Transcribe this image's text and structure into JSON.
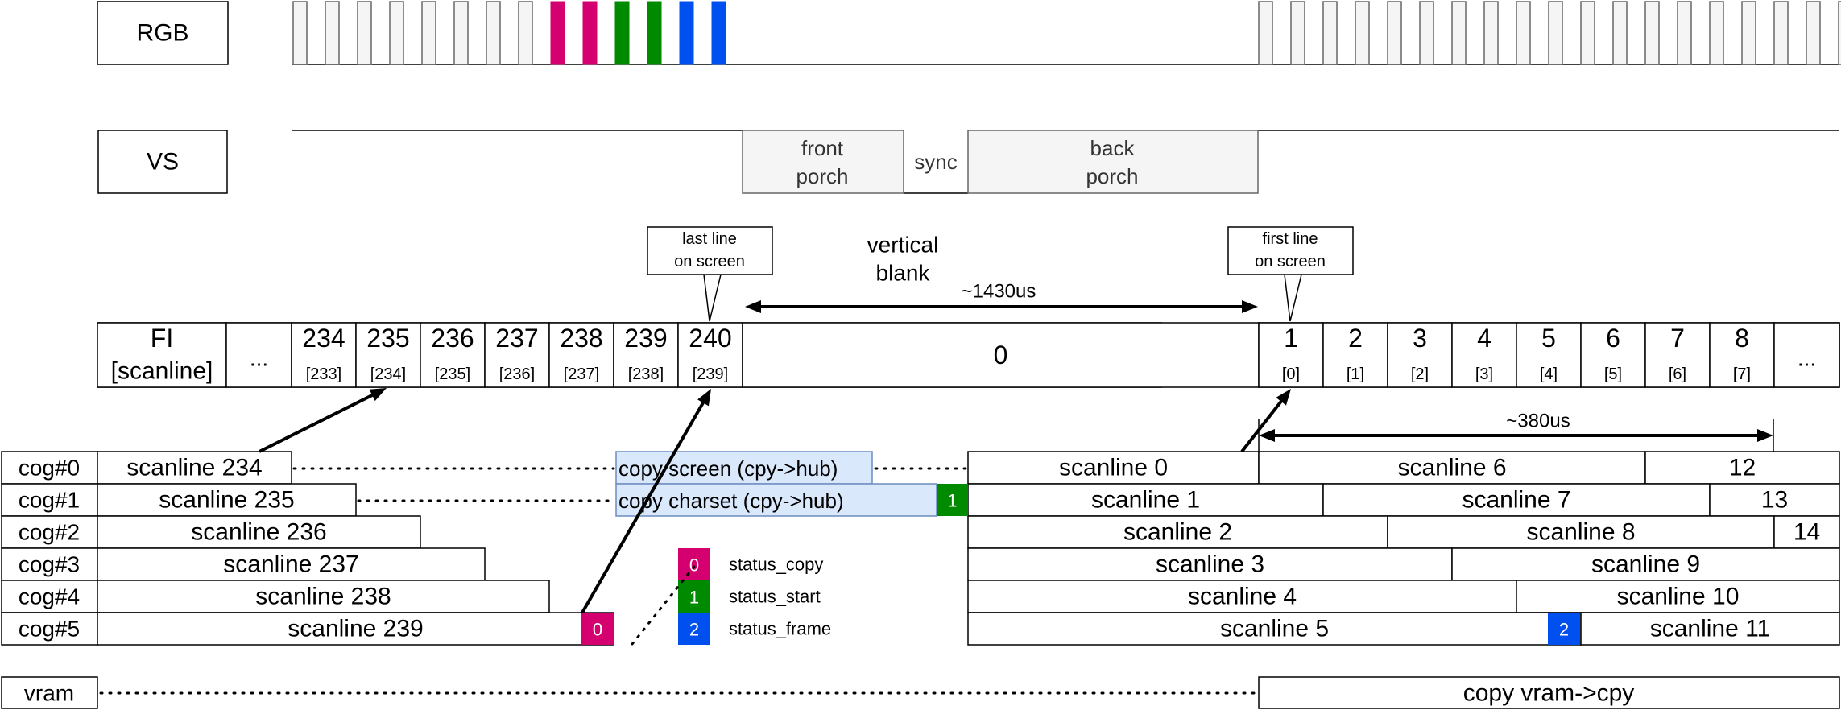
{
  "signals": {
    "rgb": "RGB",
    "vs": "VS"
  },
  "vs_phases": {
    "front": [
      "front",
      "porch"
    ],
    "sync": "sync",
    "back": [
      "back",
      "porch"
    ]
  },
  "callouts": {
    "last": [
      "last line",
      "on screen"
    ],
    "first": [
      "first line",
      "on screen"
    ],
    "vblank": [
      "vertical",
      "blank"
    ],
    "t1430": "~1430us",
    "t380": "~380us"
  },
  "fl_header": [
    "FI",
    "[scanline]"
  ],
  "fl_cells": [
    {
      "top": "...",
      "sub": ""
    },
    {
      "top": "234",
      "sub": "[233]"
    },
    {
      "top": "235",
      "sub": "[234]"
    },
    {
      "top": "236",
      "sub": "[235]"
    },
    {
      "top": "237",
      "sub": "[236]"
    },
    {
      "top": "238",
      "sub": "[237]"
    },
    {
      "top": "239",
      "sub": "[238]"
    },
    {
      "top": "240",
      "sub": "[239]"
    },
    {
      "top": "0",
      "sub": ""
    },
    {
      "top": "1",
      "sub": "[0]"
    },
    {
      "top": "2",
      "sub": "[1]"
    },
    {
      "top": "3",
      "sub": "[2]"
    },
    {
      "top": "4",
      "sub": "[3]"
    },
    {
      "top": "5",
      "sub": "[4]"
    },
    {
      "top": "6",
      "sub": "[5]"
    },
    {
      "top": "7",
      "sub": "[6]"
    },
    {
      "top": "8",
      "sub": "[7]"
    },
    {
      "top": "...",
      "sub": ""
    }
  ],
  "cogs": [
    {
      "name": "cog#0",
      "left": "scanline 234",
      "right": [
        "scanline 0",
        "scanline 6",
        "12"
      ]
    },
    {
      "name": "cog#1",
      "left": "scanline 235",
      "right": [
        "scanline 1",
        "scanline 7",
        "13"
      ]
    },
    {
      "name": "cog#2",
      "left": "scanline 236",
      "right": [
        "scanline 2",
        "scanline 8",
        "14"
      ]
    },
    {
      "name": "cog#3",
      "left": "scanline 237",
      "right": [
        "scanline 3",
        "scanline 9"
      ]
    },
    {
      "name": "cog#4",
      "left": "scanline 238",
      "right": [
        "scanline 4",
        "scanline 10"
      ]
    },
    {
      "name": "cog#5",
      "left": "scanline 239",
      "right": [
        "scanline 5",
        "scanline 11"
      ]
    }
  ],
  "copy_screen": "copy screen (cpy->hub)",
  "copy_charset": "copy charset (cpy->hub)",
  "legend": [
    {
      "num": "0",
      "label": "status_copy",
      "color": "#d4006f"
    },
    {
      "num": "1",
      "label": "status_start",
      "color": "#008a00"
    },
    {
      "num": "2",
      "label": "status_frame",
      "color": "#0050ef"
    }
  ],
  "markers": {
    "copy": "0",
    "start": "1",
    "frame": "2"
  },
  "vram": "vram",
  "copy_vram": "copy vram->cpy",
  "colors": {
    "magenta": "#d4006f",
    "green": "#008a00",
    "blue": "#0050ef",
    "light_blue_fill": "#dae8fc",
    "light_blue_stroke": "#6c8ebf",
    "grey_fill": "#f5f5f5"
  }
}
